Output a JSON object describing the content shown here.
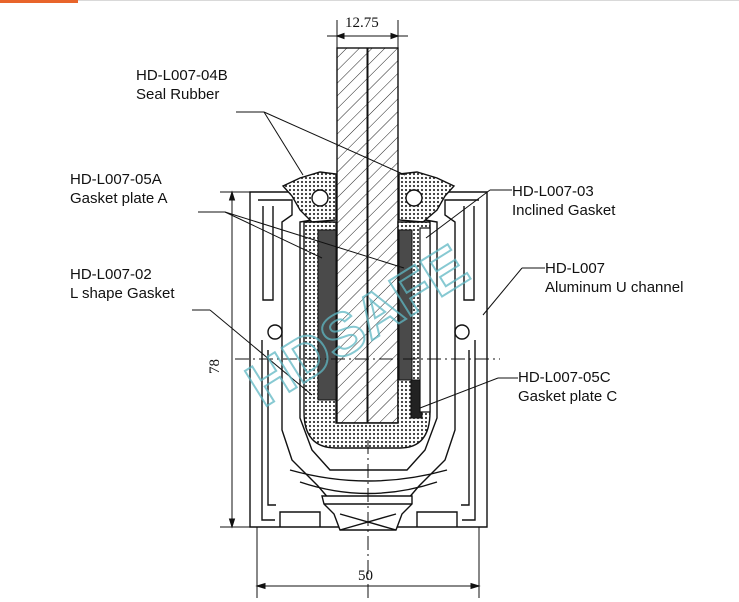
{
  "dimensions": {
    "top_width": "12.75",
    "height": "78",
    "bottom_width": "50"
  },
  "labels": [
    {
      "code": "HD-L007-04B",
      "name": "Seal Rubber"
    },
    {
      "code": "HD-L007-05A",
      "name": "Gasket plate A"
    },
    {
      "code": "HD-L007-02",
      "name": "L shape Gasket"
    },
    {
      "code": "HD-L007-03",
      "name": "Inclined Gasket"
    },
    {
      "code": "HD-L007",
      "name": "Aluminum U channel"
    },
    {
      "code": "HD-L007-05C",
      "name": "Gasket plate C"
    }
  ],
  "watermark": "HDSAFE",
  "colors": {
    "accent": "#e8642a",
    "line": "#111111",
    "watermark": "#5fb8c4"
  }
}
